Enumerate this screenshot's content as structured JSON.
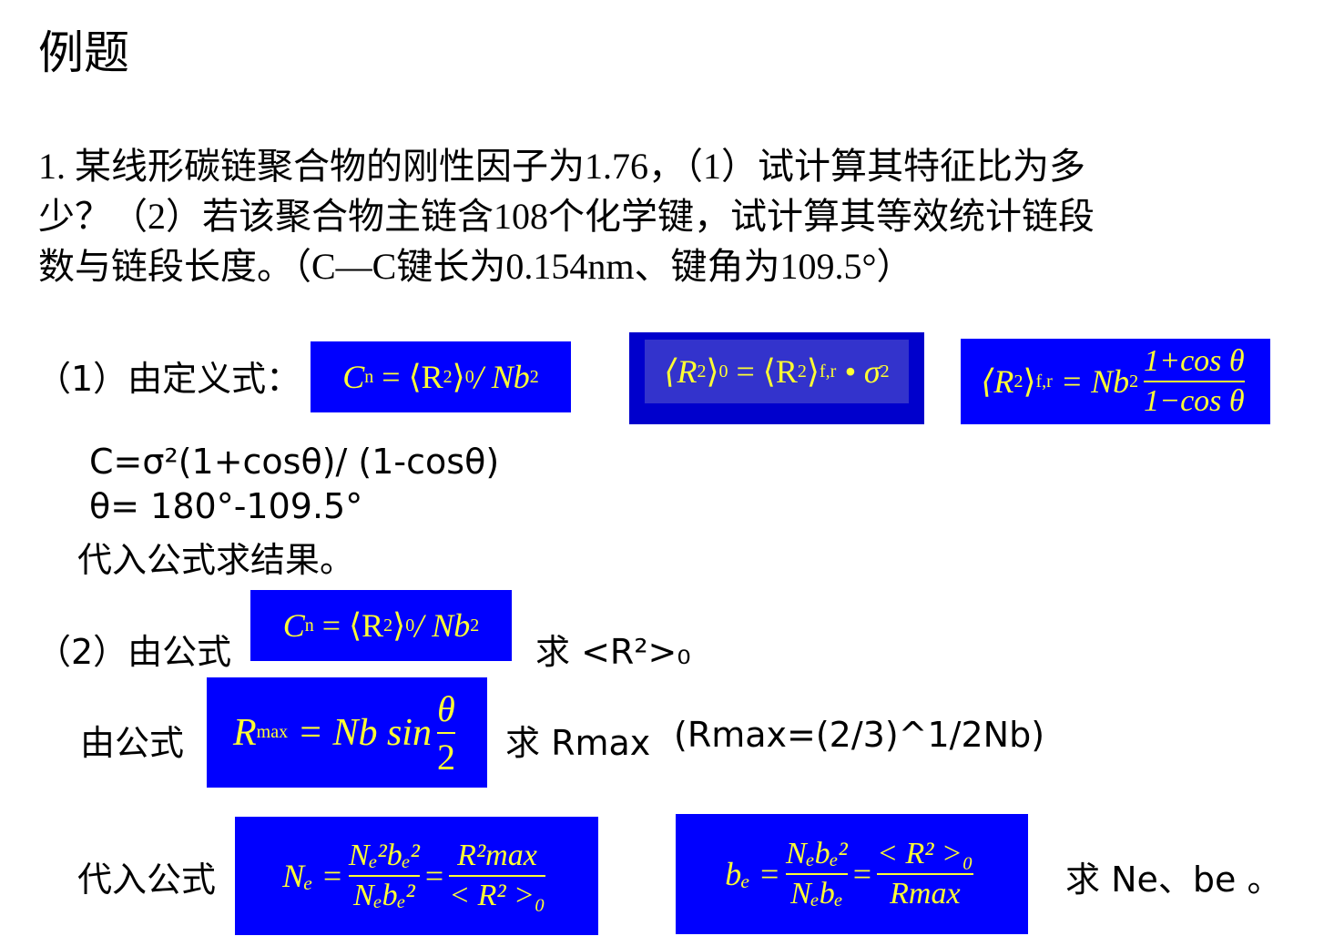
{
  "title": "例题",
  "question": {
    "lines": [
      "1. 某线形碳链聚合物的刚性因子为1.76，（1）试计算其特征比为多",
      "少？（2）若该聚合物主链含108个化学键，试计算其等效统计链段",
      "数与链段长度。（C—C键长为0.154nm、键角为109.5°）"
    ]
  },
  "part1": {
    "label": "（1）由定义式：",
    "formula_cn": {
      "lhs": "C",
      "lhs_sub": "n",
      "eq": "= ⟨R",
      "sup": "2",
      "rhs_sub": "0",
      "tail": "/ Nb",
      "tail_sup": "2"
    },
    "formula_r0": {
      "a": "⟨R",
      "a_sup": "2",
      "a_sub": "0",
      "eq": "= ⟨R",
      "b_sup": "2",
      "b_sub": "f,r",
      "tail": "• σ",
      "tail_sup": "2"
    },
    "formula_rfr": {
      "a": "⟨R",
      "a_sup": "2",
      "a_sub": "f,r",
      "eq": "= Nb",
      "eq_sup": "2",
      "num": "1+cos θ",
      "den": "1−cos θ"
    },
    "line1": "C=σ²(1+cosθ)/ (1-cosθ)",
    "line2": "θ= 180°-109.5°",
    "line3": "代入公式求结果。"
  },
  "part2": {
    "label": "（2）由公式",
    "find_r0": "求 <R²>₀",
    "label2": "由公式",
    "formula_rmax": {
      "lhs": "R",
      "lhs_sub": "max",
      "eq": "= Nb sin",
      "num": "θ",
      "den": "2"
    },
    "find_rmax": "求 Rmax",
    "rmax_value": "(Rmax=(2/3)^1/2Nb)",
    "label3": "代入公式",
    "formula_ne": {
      "lhs": "Nₑ =",
      "num1": "Nₑ²bₑ²",
      "den1": "Nₑbₑ²",
      "eq": "=",
      "num2": "R²max",
      "den2": "< R² >₀"
    },
    "formula_be": {
      "lhs": "bₑ =",
      "num1": "Nₑbₑ²",
      "den1": "Nₑbₑ",
      "eq": "=",
      "num2": "< R² >₀",
      "den2": "Rmax"
    },
    "find_ne_be": "求 Ne、be 。"
  }
}
